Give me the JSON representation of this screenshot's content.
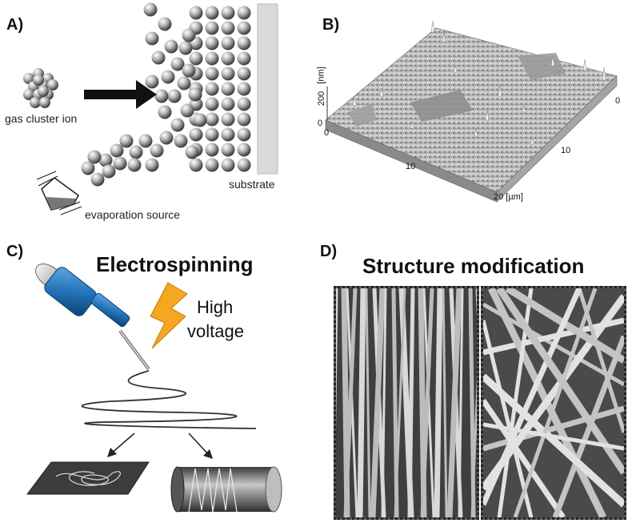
{
  "panels": {
    "a": {
      "letter": "A)",
      "gas_label": "gas cluster ion",
      "evap_label": "evaporation source",
      "substrate_label": "substrate"
    },
    "b": {
      "letter": "B)",
      "z_tick": "200",
      "z_unit": "[nm]",
      "x0": "0",
      "x_mid": "10",
      "x_end": "20 [µm]",
      "y0": "0",
      "y_mid": "10",
      "z0": "0"
    },
    "c": {
      "letter": "C)",
      "title": "Electrospinning",
      "hv1": "High",
      "hv2": "voltage"
    },
    "d": {
      "letter": "D)",
      "title": "Structure modification"
    }
  },
  "colors": {
    "syringe_blue": "#1f6fb3",
    "bolt": "#f5a623",
    "sphere": "#9a9a9a",
    "substrate": "#d9d9d9"
  }
}
